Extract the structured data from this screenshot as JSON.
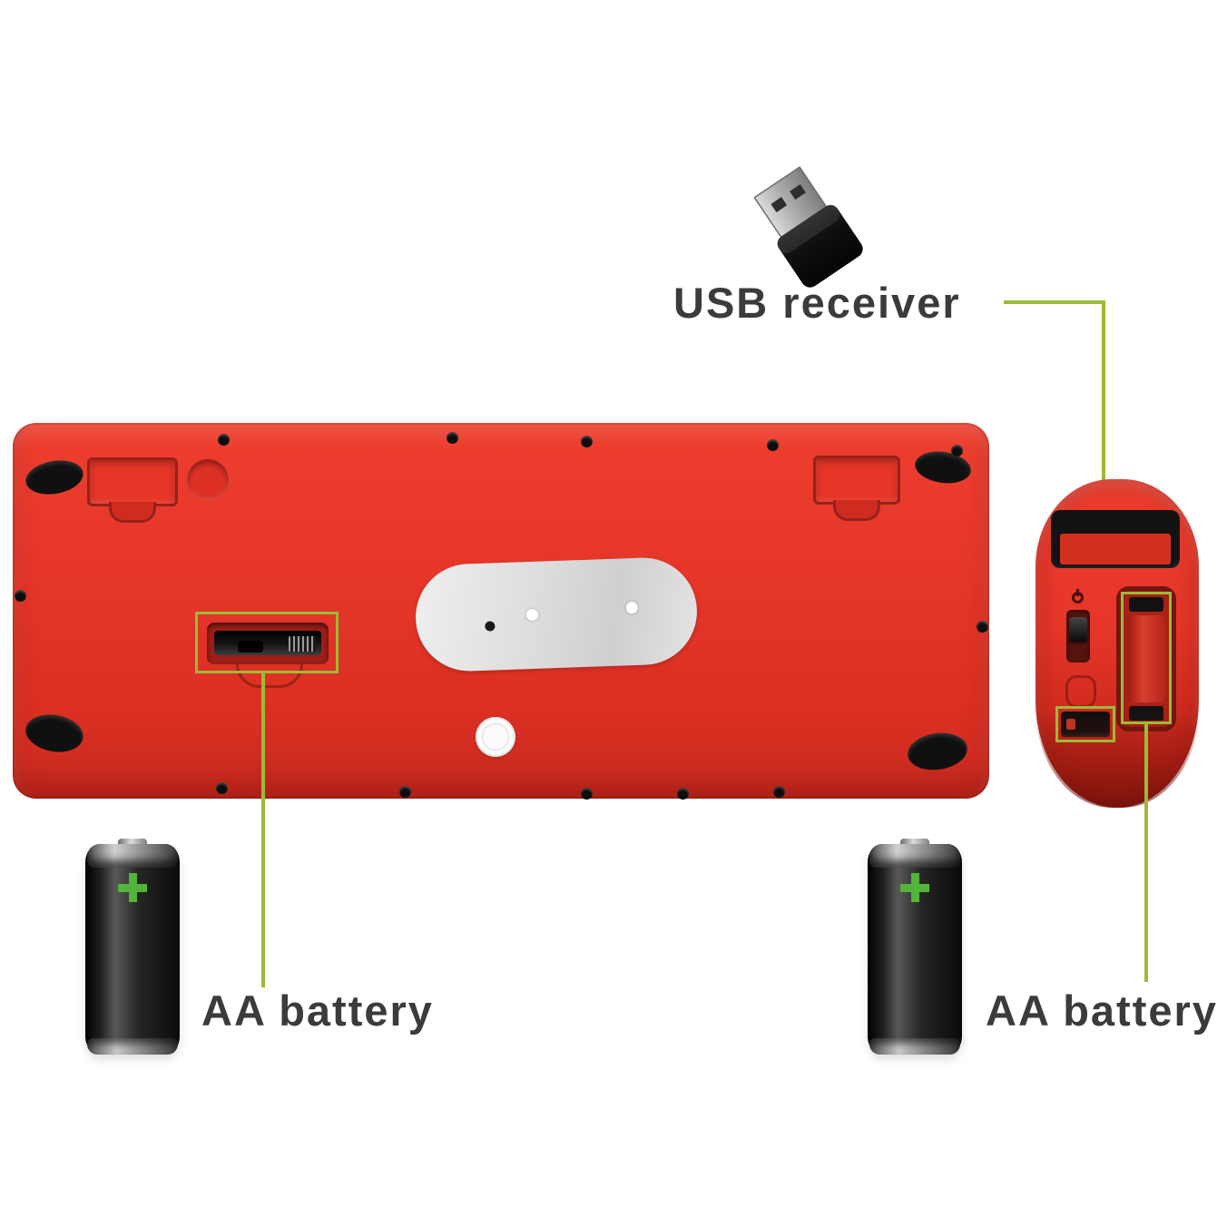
{
  "image": {
    "type": "product-photo",
    "description": "Underside of a red wireless keyboard and red wireless mouse with USB receiver and AA battery callouts",
    "background": "#ffffff"
  },
  "colors": {
    "product_red": "#e6362a",
    "product_red_dark": "#a82115",
    "callout_green": "#9cba37",
    "battery_plus_green": "#53b43a",
    "label_text": "#3b3b3b",
    "black_part": "#121212"
  },
  "annotations": {
    "usb_receiver_label": "USB receiver",
    "keyboard_battery_label": "AA battery",
    "mouse_battery_label": "AA battery"
  }
}
